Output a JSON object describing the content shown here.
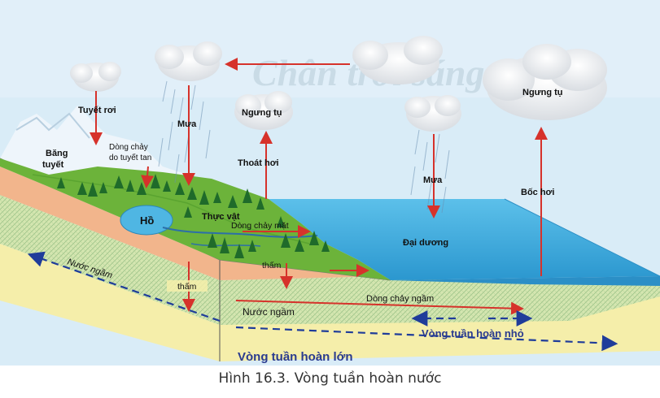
{
  "watermark": "Chân trời sáng tạo",
  "labels": {
    "tuyet_roi": "Tuyết rơi",
    "bang_tuyet_1": "Băng",
    "bang_tuyet_2": "tuyết",
    "dong_chay_tuyet_1": "Dòng chảy",
    "dong_chay_tuyet_2": "do tuyết tan",
    "mua_1": "Mưa",
    "mua_2": "Mưa",
    "ngung_tu_1": "Ngưng tụ",
    "ngung_tu_2": "Ngưng tụ",
    "thoat_hoi": "Thoát hơi",
    "boc_hoi": "Bốc hơi",
    "ho": "Hồ",
    "thuc_vat": "Thực vật",
    "dong_chay_mat": "Dòng chảy mặt",
    "dai_duong": "Đại dương",
    "nuoc_ngam_1": "Nước ngầm",
    "nuoc_ngam_2": "Nước ngầm",
    "tham_1": "thấm",
    "tham_2": "thấm",
    "dong_chay_ngam": "Dòng chảy ngầm",
    "vong_nho": "Vòng tuần hoàn nhỏ",
    "vong_lon": "Vòng tuần hoàn lớn"
  },
  "caption": "Hình 16.3. Vòng tuần hoàn nước",
  "colors": {
    "sky": "#d9ecf7",
    "ocean": "#3aa9dc",
    "grass": "#6cb33a",
    "soil": "#f2b58c",
    "groundwater": "#cfe3a8",
    "sand": "#f5eeaa",
    "arrow_red": "#d6322b",
    "arrow_blue": "#1f3c9a"
  }
}
